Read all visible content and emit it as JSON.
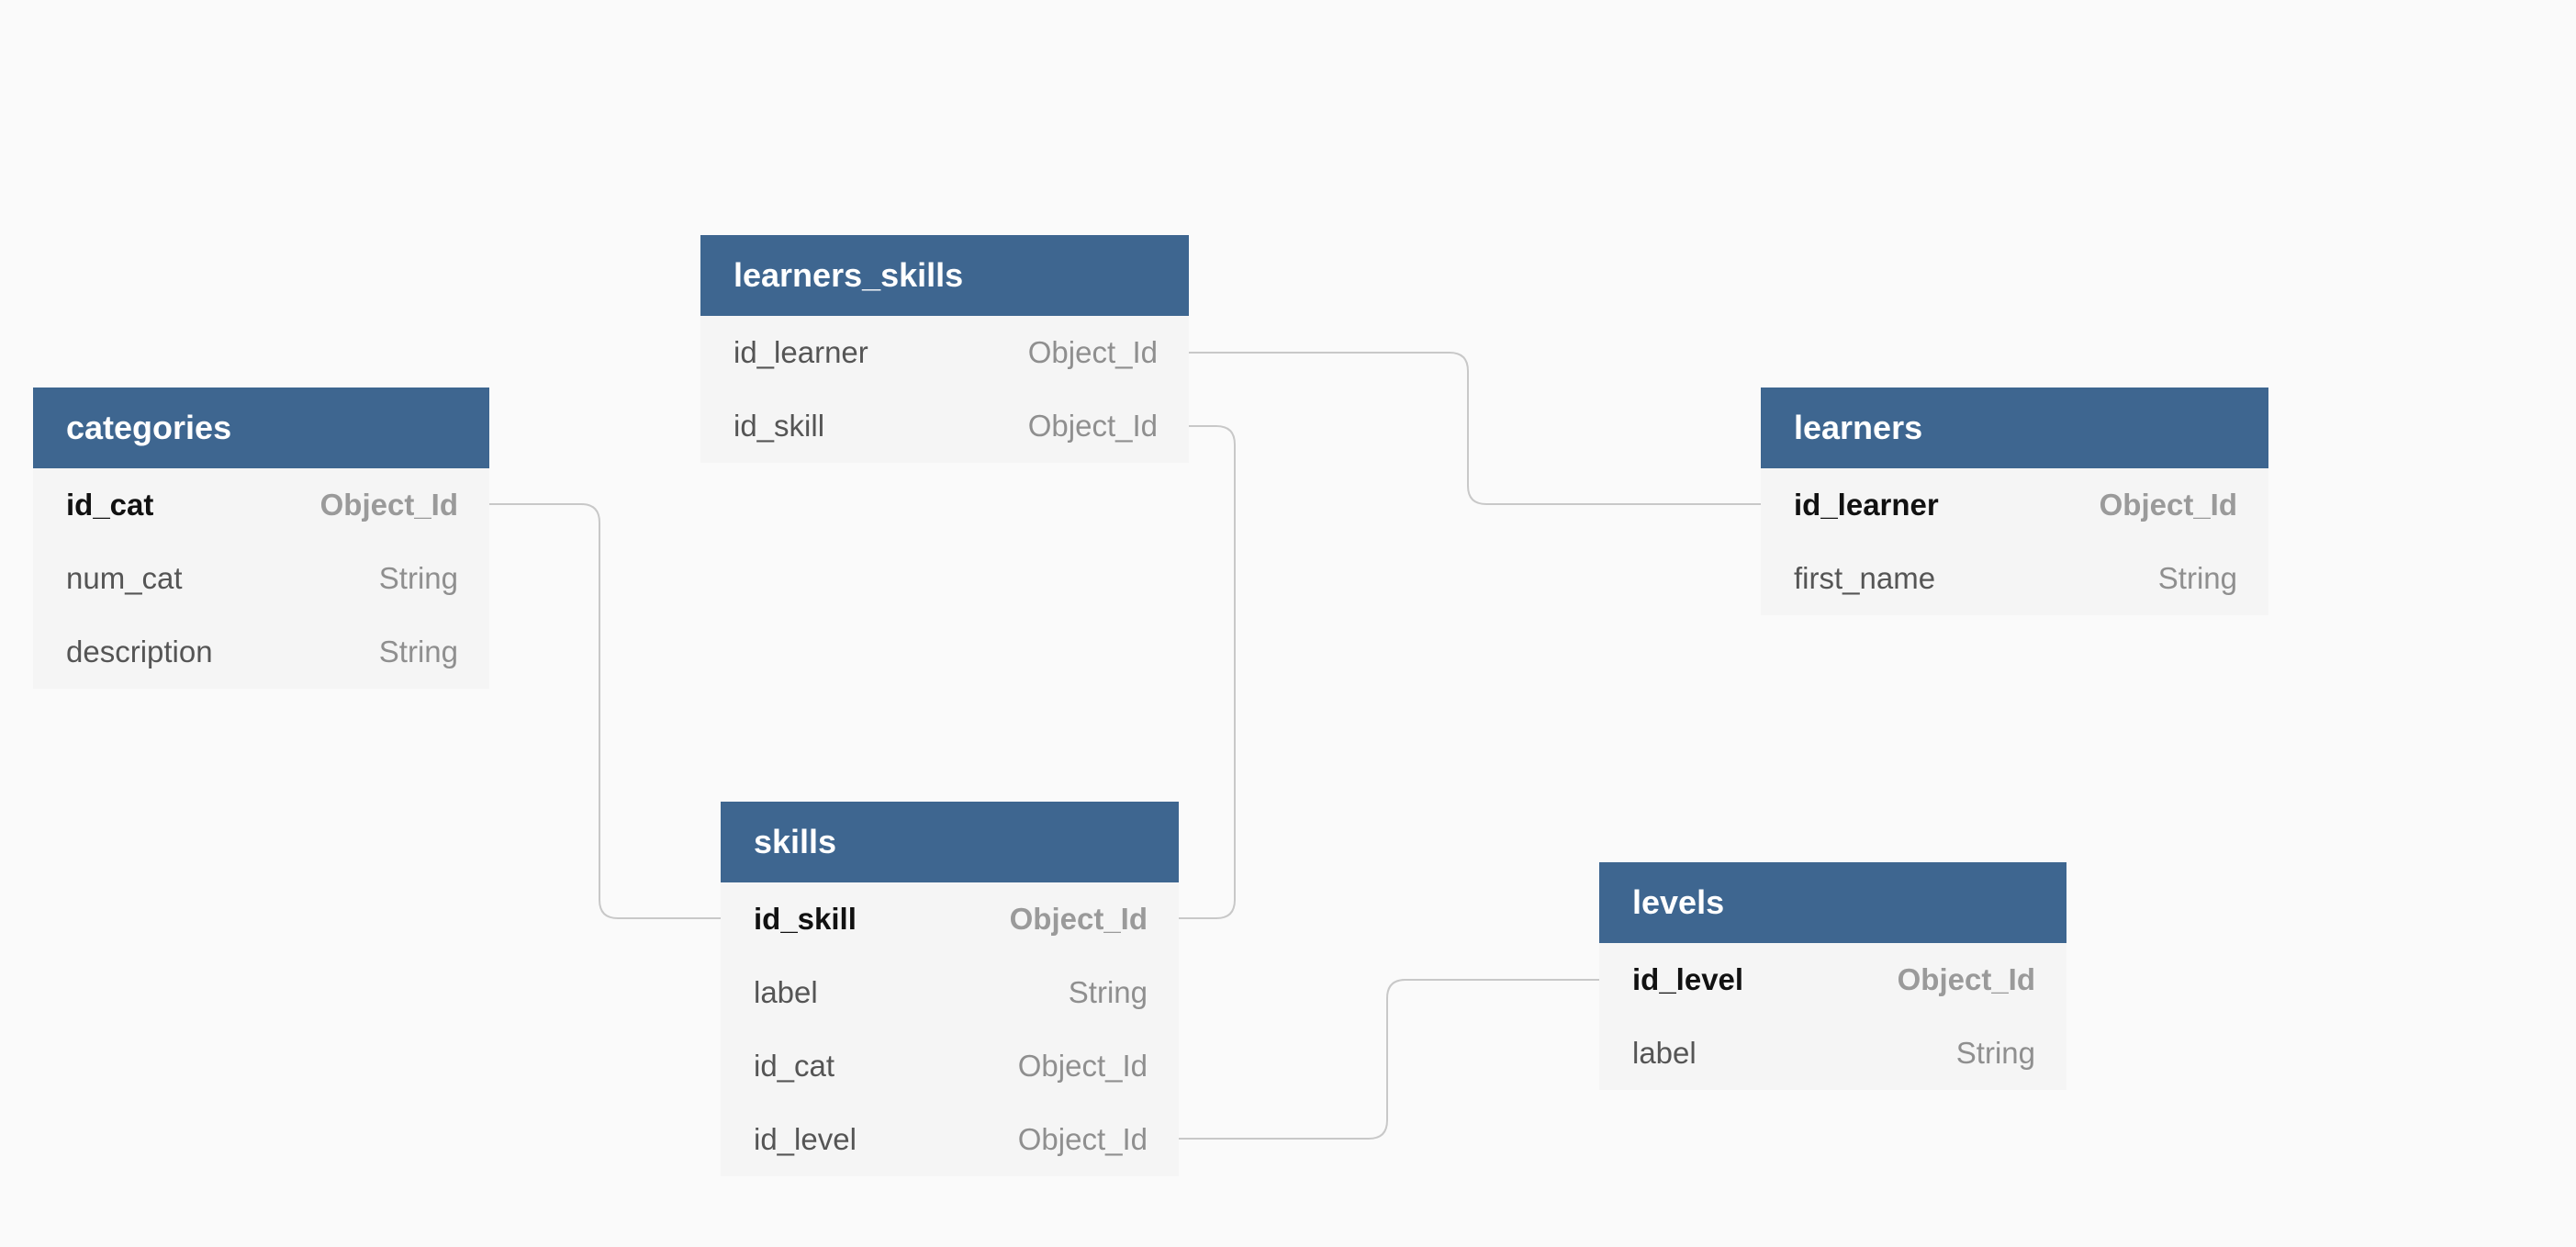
{
  "tables": {
    "learners_skills": {
      "name": "learners_skills",
      "fields": [
        {
          "name": "id_learner",
          "type": "Object_Id"
        },
        {
          "name": "id_skill",
          "type": "Object_Id"
        }
      ]
    },
    "categories": {
      "name": "categories",
      "fields": [
        {
          "name": "id_cat",
          "type": "Object_Id"
        },
        {
          "name": "num_cat",
          "type": "String"
        },
        {
          "name": "description",
          "type": "String"
        }
      ]
    },
    "learners": {
      "name": "learners",
      "fields": [
        {
          "name": "id_learner",
          "type": "Object_Id"
        },
        {
          "name": "first_name",
          "type": "String"
        }
      ]
    },
    "skills": {
      "name": "skills",
      "fields": [
        {
          "name": "id_skill",
          "type": "Object_Id"
        },
        {
          "name": "label",
          "type": "String"
        },
        {
          "name": "id_cat",
          "type": "Object_Id"
        },
        {
          "name": "id_level",
          "type": "Object_Id"
        }
      ]
    },
    "levels": {
      "name": "levels",
      "fields": [
        {
          "name": "id_level",
          "type": "Object_Id"
        },
        {
          "name": "label",
          "type": "String"
        }
      ]
    }
  },
  "relations": [
    {
      "from": "learners_skills.id_learner",
      "to": "learners.id_learner"
    },
    {
      "from": "learners_skills.id_skill",
      "to": "skills.id_skill"
    },
    {
      "from": "categories.id_cat",
      "to": "skills.id_skill"
    },
    {
      "from": "skills.id_level",
      "to": "levels.id_level"
    }
  ],
  "colors": {
    "background": "#fafafa",
    "header": "#3e6690",
    "header_text": "#ffffff",
    "table_body": "#f5f5f5",
    "connector": "#c8c8c8"
  }
}
